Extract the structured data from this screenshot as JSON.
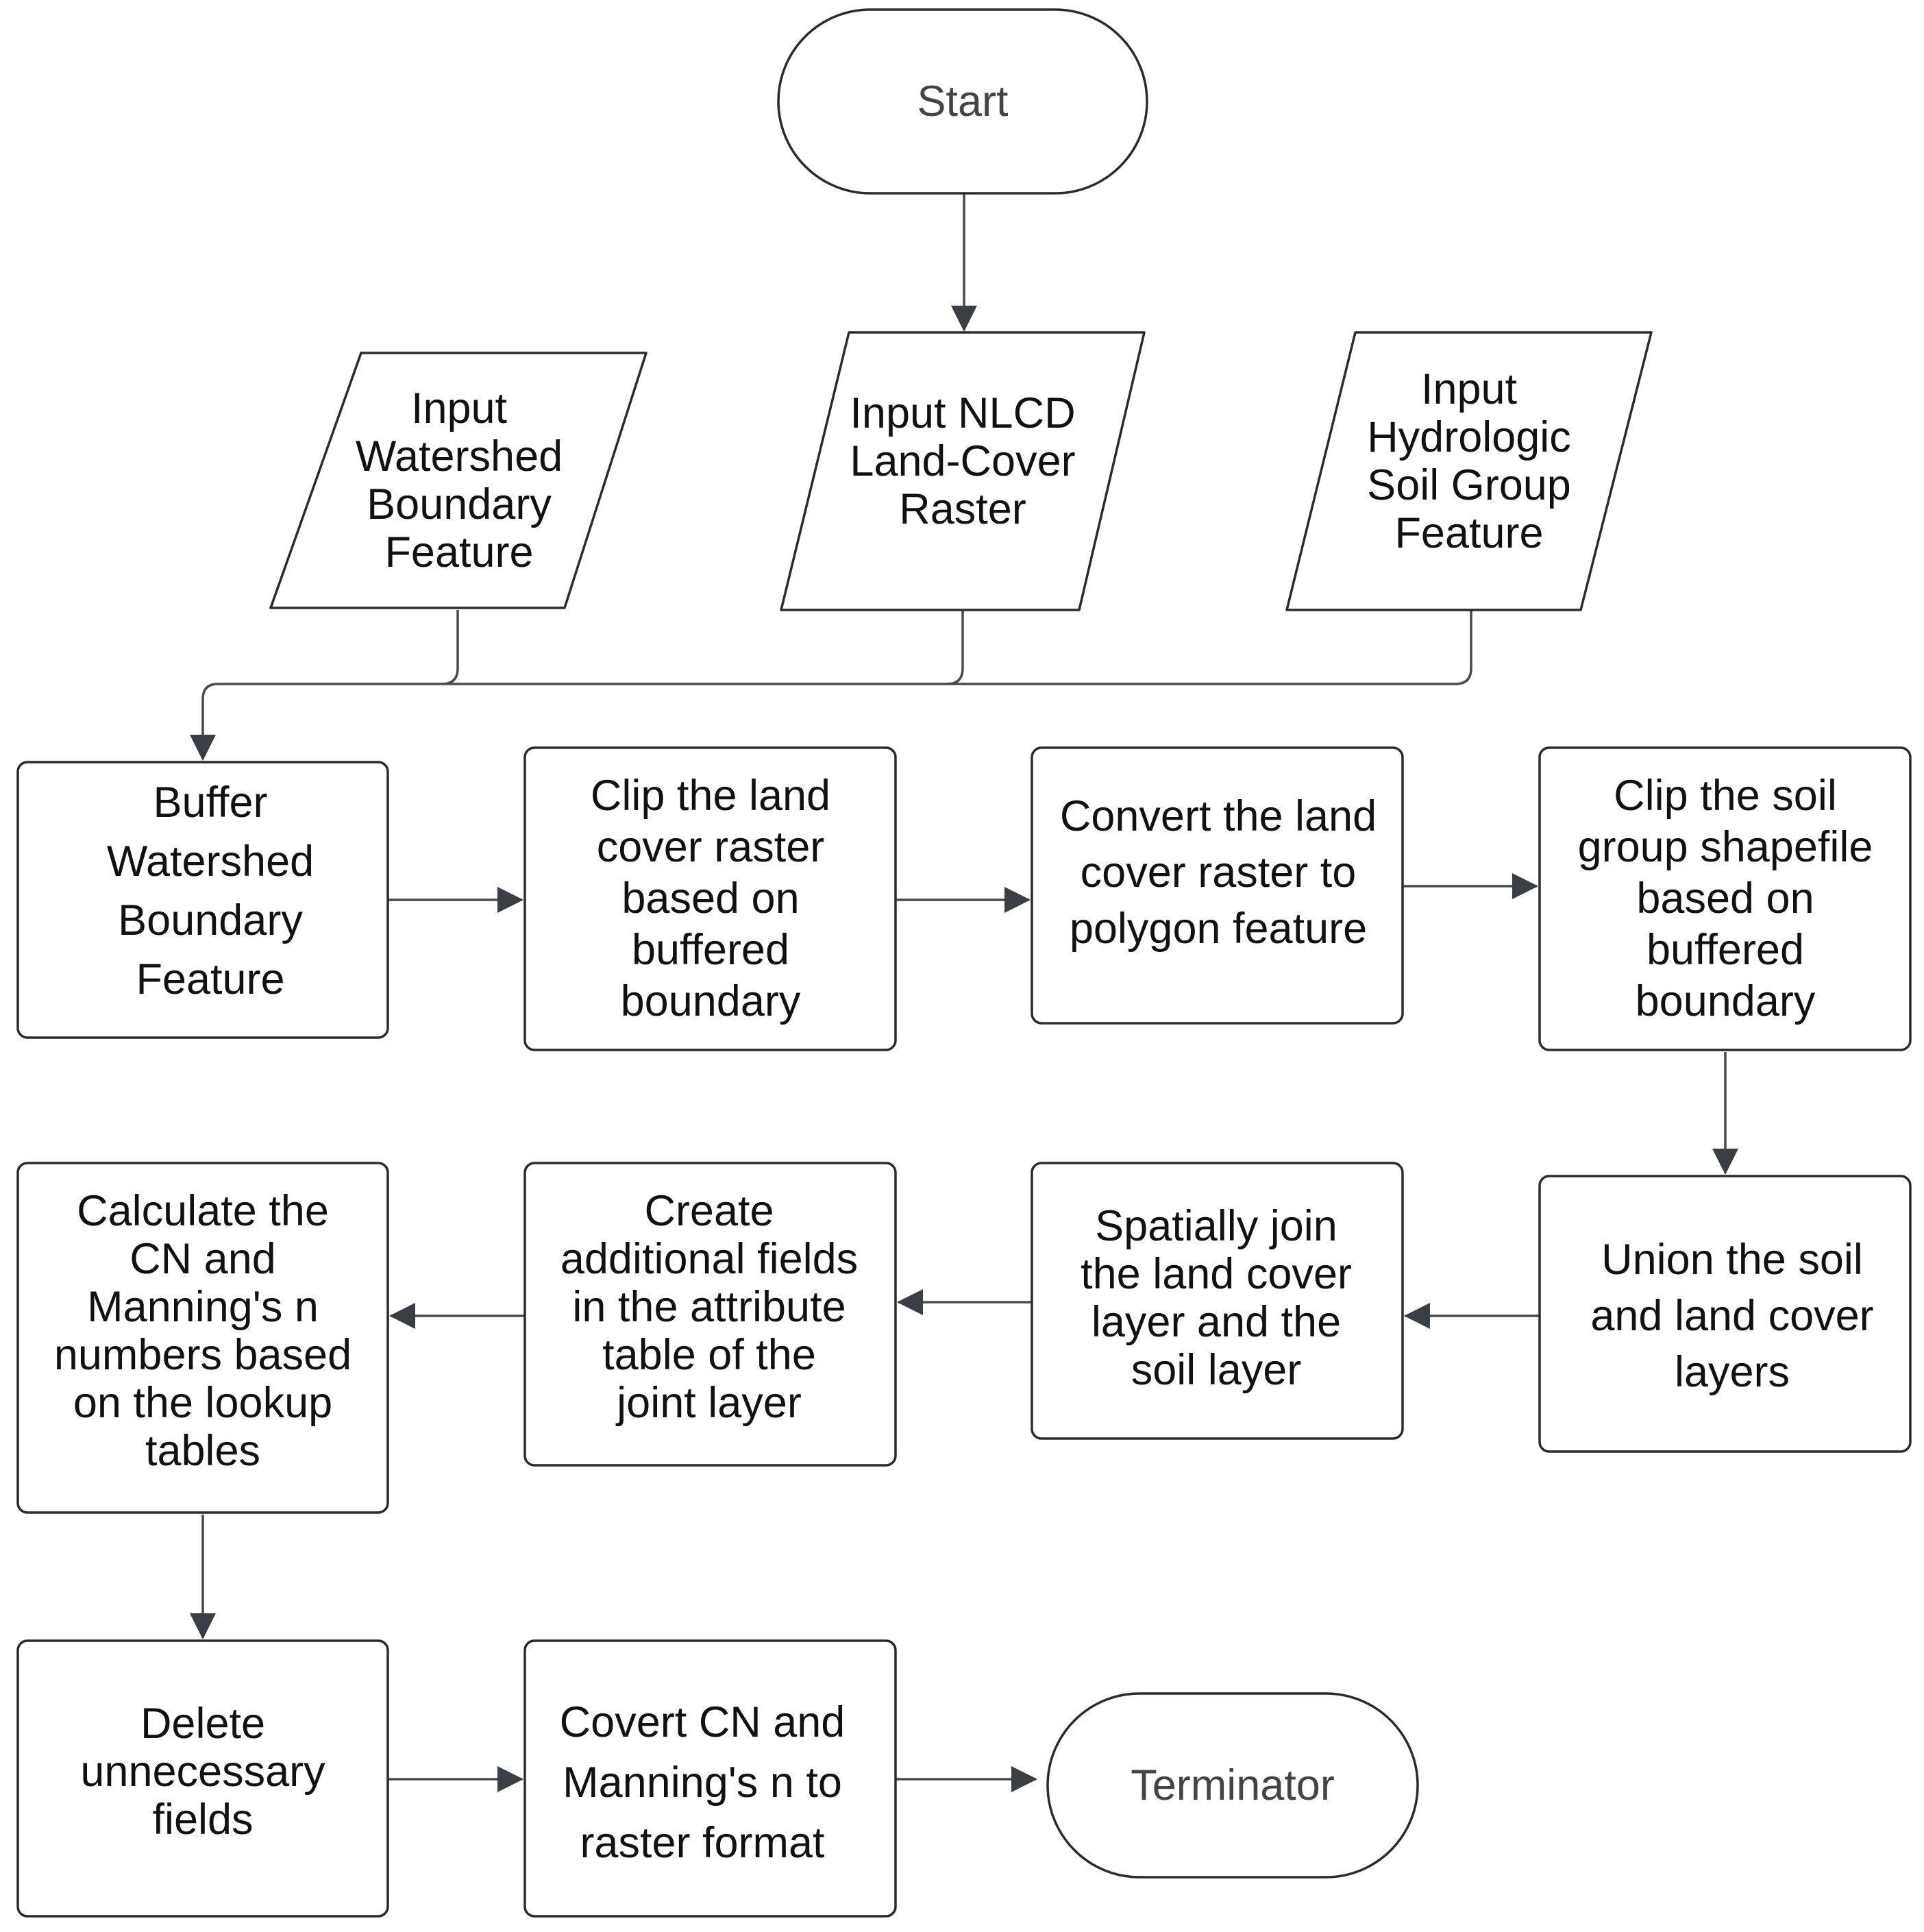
{
  "colors": {
    "stroke": "#2b2b2b",
    "edge": "#4a4a4a",
    "arrowhead": "#3a3f45",
    "text": "#111111",
    "terminator_text": "#444444",
    "background": "#ffffff"
  },
  "nodes": {
    "start": {
      "shape": "terminator",
      "lines": [
        "Start"
      ]
    },
    "input_watershed": {
      "shape": "parallelogram",
      "lines": [
        "Input",
        "Watershed",
        "Boundary",
        "Feature"
      ]
    },
    "input_nlcd": {
      "shape": "parallelogram",
      "lines": [
        "Input NLCD",
        "Land-Cover",
        "Raster"
      ]
    },
    "input_soil": {
      "shape": "parallelogram",
      "lines": [
        "Input",
        "Hydrologic",
        "Soil Group",
        "Feature"
      ]
    },
    "buffer": {
      "shape": "process",
      "lines": [
        "Buffer",
        "Watershed",
        "Boundary",
        "Feature"
      ]
    },
    "clip_land": {
      "shape": "process",
      "lines": [
        "Clip the land",
        "cover raster",
        "based on",
        "buffered",
        "boundary"
      ]
    },
    "convert": {
      "shape": "process",
      "lines": [
        "Convert the land",
        "cover raster to",
        "polygon feature"
      ]
    },
    "clip_soil": {
      "shape": "process",
      "lines": [
        "Clip the soil",
        "group shapefile",
        "based on",
        "buffered",
        "boundary"
      ]
    },
    "union": {
      "shape": "process",
      "lines": [
        "Union the soil",
        "and land cover",
        "layers"
      ]
    },
    "spatial_join": {
      "shape": "process",
      "lines": [
        "Spatially join",
        "the land cover",
        "layer and the",
        "soil layer"
      ]
    },
    "create_fields": {
      "shape": "process",
      "lines": [
        "Create",
        "additional fields",
        "in the attribute",
        "table of the",
        "joint layer"
      ]
    },
    "calculate": {
      "shape": "process",
      "lines": [
        "Calculate the",
        "CN and",
        "Manning's n",
        "numbers based",
        "on the lookup",
        "tables"
      ]
    },
    "delete": {
      "shape": "process",
      "lines": [
        "Delete",
        "unnecessary",
        "fields"
      ]
    },
    "covert": {
      "shape": "process",
      "lines": [
        "Covert CN and",
        "Manning's n  to",
        "raster format"
      ]
    },
    "terminator": {
      "shape": "terminator",
      "lines": [
        "Terminator"
      ]
    }
  },
  "edges": [
    {
      "from": "start",
      "to": "input_nlcd"
    },
    {
      "from": "input_watershed",
      "to": "buffer"
    },
    {
      "from": "input_nlcd",
      "to": "buffer"
    },
    {
      "from": "input_soil",
      "to": "buffer"
    },
    {
      "from": "buffer",
      "to": "clip_land"
    },
    {
      "from": "clip_land",
      "to": "convert"
    },
    {
      "from": "convert",
      "to": "clip_soil"
    },
    {
      "from": "clip_soil",
      "to": "union"
    },
    {
      "from": "union",
      "to": "spatial_join"
    },
    {
      "from": "spatial_join",
      "to": "create_fields"
    },
    {
      "from": "create_fields",
      "to": "calculate"
    },
    {
      "from": "calculate",
      "to": "delete"
    },
    {
      "from": "delete",
      "to": "covert"
    },
    {
      "from": "covert",
      "to": "terminator"
    }
  ]
}
